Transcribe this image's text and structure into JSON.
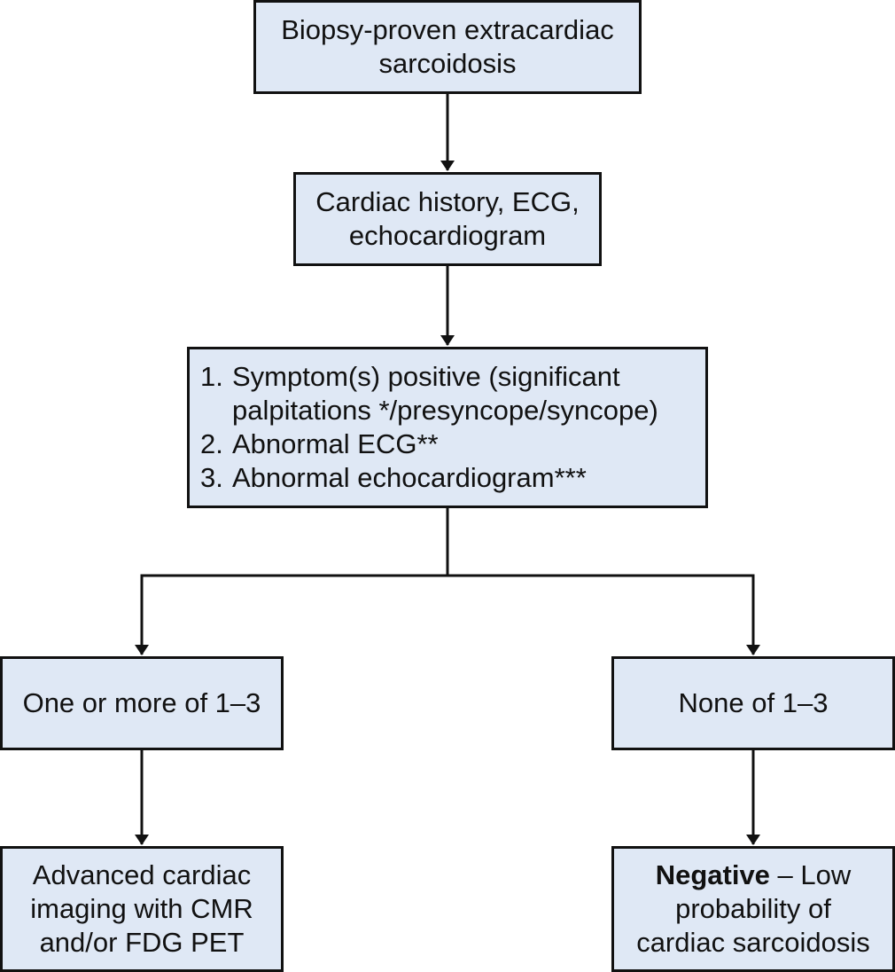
{
  "nodes": {
    "start": {
      "lines": [
        "Biopsy-proven extracardiac",
        "sarcoidosis"
      ]
    },
    "screening": {
      "lines": [
        "Cardiac history, ECG,",
        "echocardiogram"
      ]
    },
    "criteria": {
      "items": [
        {
          "num": "1.",
          "text": "Symptom(s) positive (significant"
        },
        {
          "num": "",
          "text": "palpitations */presyncope/syncope)"
        },
        {
          "num": "2.",
          "text": "Abnormal ECG**"
        },
        {
          "num": "3.",
          "text": "Abnormal echocardiogram***"
        }
      ]
    },
    "positive": {
      "lines": [
        "One or more of 1–3"
      ]
    },
    "negative_branch": {
      "lines": [
        "None of 1–3"
      ]
    },
    "positive_outcome": {
      "lines": [
        "Advanced cardiac",
        "imaging with CMR",
        "and/or FDG PET"
      ]
    },
    "negative_outcome": {
      "bold": "Negative",
      "rest": " – Low",
      "lines": [
        "probability of",
        "cardiac sarcoidosis"
      ]
    }
  },
  "colors": {
    "box_fill": "#dfe8f5",
    "stroke": "#111111"
  }
}
